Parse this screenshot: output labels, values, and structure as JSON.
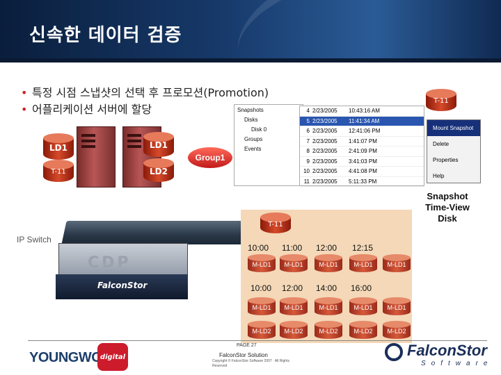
{
  "header": {
    "title": "신속한 데이터 검증"
  },
  "bullets": [
    "특정 시점 스냅샷의 선택 후 프로모션(Promotion)",
    "어플리케이션 서버에 할당"
  ],
  "servers": {
    "ld1_left": "LD1",
    "t11_left": "T-11",
    "ld1_right": "LD1",
    "ld2_right": "LD2"
  },
  "group_label": "Group1",
  "explorer": {
    "items": [
      "Snapshots",
      "Disks",
      "Disk 0",
      "Groups",
      "Events"
    ]
  },
  "snapshot_list": {
    "rows": [
      {
        "n": "4",
        "date": "2/23/2005",
        "time": "10:43:16 AM"
      },
      {
        "n": "5",
        "date": "2/23/2005",
        "time": "11:41:34 AM"
      },
      {
        "n": "6",
        "date": "2/23/2005",
        "time": "12:41:06 PM"
      },
      {
        "n": "7",
        "date": "2/23/2005",
        "time": "1:41:07 PM"
      },
      {
        "n": "8",
        "date": "2/23/2005",
        "time": "2:41:09 PM"
      },
      {
        "n": "9",
        "date": "2/23/2005",
        "time": "3:41:03 PM"
      },
      {
        "n": "10",
        "date": "2/23/2005",
        "time": "4:41:08 PM"
      },
      {
        "n": "11",
        "date": "2/23/2005",
        "time": "5:11:33 PM"
      }
    ]
  },
  "context_menu": {
    "items": [
      "Mount Snapshot",
      "Delete",
      "Properties",
      "Help"
    ]
  },
  "t11_top": "T-11",
  "note": "Snapshot Time-View Disk",
  "ip_switch": "IP Switch",
  "cdp_label": "CDP",
  "cdp_brand": "FalconStor",
  "panel": {
    "t11": "T-11",
    "row1_times": [
      "10:00",
      "11:00",
      "12:00",
      "12:15"
    ],
    "row1_disks": [
      "M-LD1",
      "M-LD1",
      "M-LD1",
      "M-LD1",
      "M-LD1"
    ],
    "row2_times": [
      "10:00",
      "12:00",
      "14:00",
      "16:00"
    ],
    "row2_disks": [
      "M-LD1",
      "M-LD1",
      "M-LD1",
      "M-LD1",
      "M-LD1"
    ],
    "row3_disks": [
      "M-LD2",
      "M-LD2",
      "M-LD2",
      "M-LD2",
      "M-LD2"
    ]
  },
  "footer": {
    "page": "PAGE 27",
    "solution": "FalconStor Solution",
    "copyright": "Copyright © FalconStor Software 2007 · All Rights Reserved",
    "yw_logo": "YOUNGWOO",
    "yw_digital": "digital",
    "fs_logo": "FalconStor",
    "fs_sub": "Software"
  }
}
